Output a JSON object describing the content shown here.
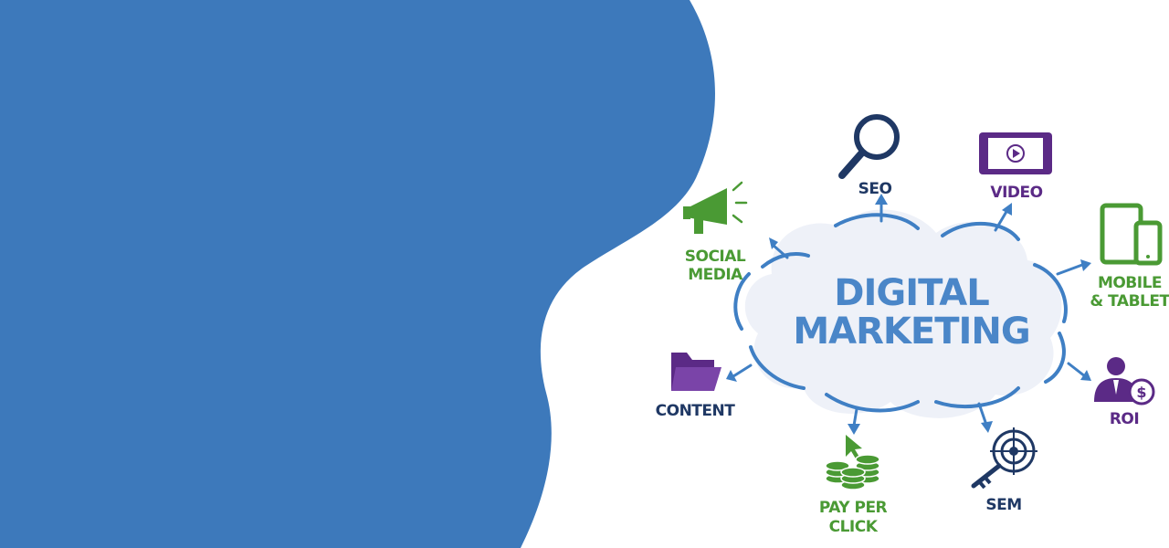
{
  "colors": {
    "blob": "#3d79bb",
    "navy": "#1f3864",
    "green": "#4a9a34",
    "purple": "#5b2a86",
    "cloud_blue": "#3f7fc4",
    "title_blue": "#4a86c8"
  },
  "diagram": {
    "title_line1": "DIGITAL",
    "title_line2": "MARKETING",
    "labels": {
      "seo": "SEO",
      "video": "VIDEO",
      "social_line1": "SOCIAL",
      "social_line2": "MEDIA",
      "mobile_line1": "MOBILE",
      "mobile_line2": "& TABLET",
      "content": "CONTENT",
      "roi": "ROI",
      "ppc_line1": "PAY PER",
      "ppc_line2": "CLICK",
      "sem": "SEM"
    },
    "icons": {
      "seo": "magnifier-icon",
      "video": "video-tablet-icon",
      "social": "megaphone-icon",
      "mobile": "mobile-tablet-icon",
      "content": "folder-icon",
      "roi": "businessman-dollar-icon",
      "ppc": "coins-cursor-icon",
      "sem": "target-key-icon"
    }
  }
}
